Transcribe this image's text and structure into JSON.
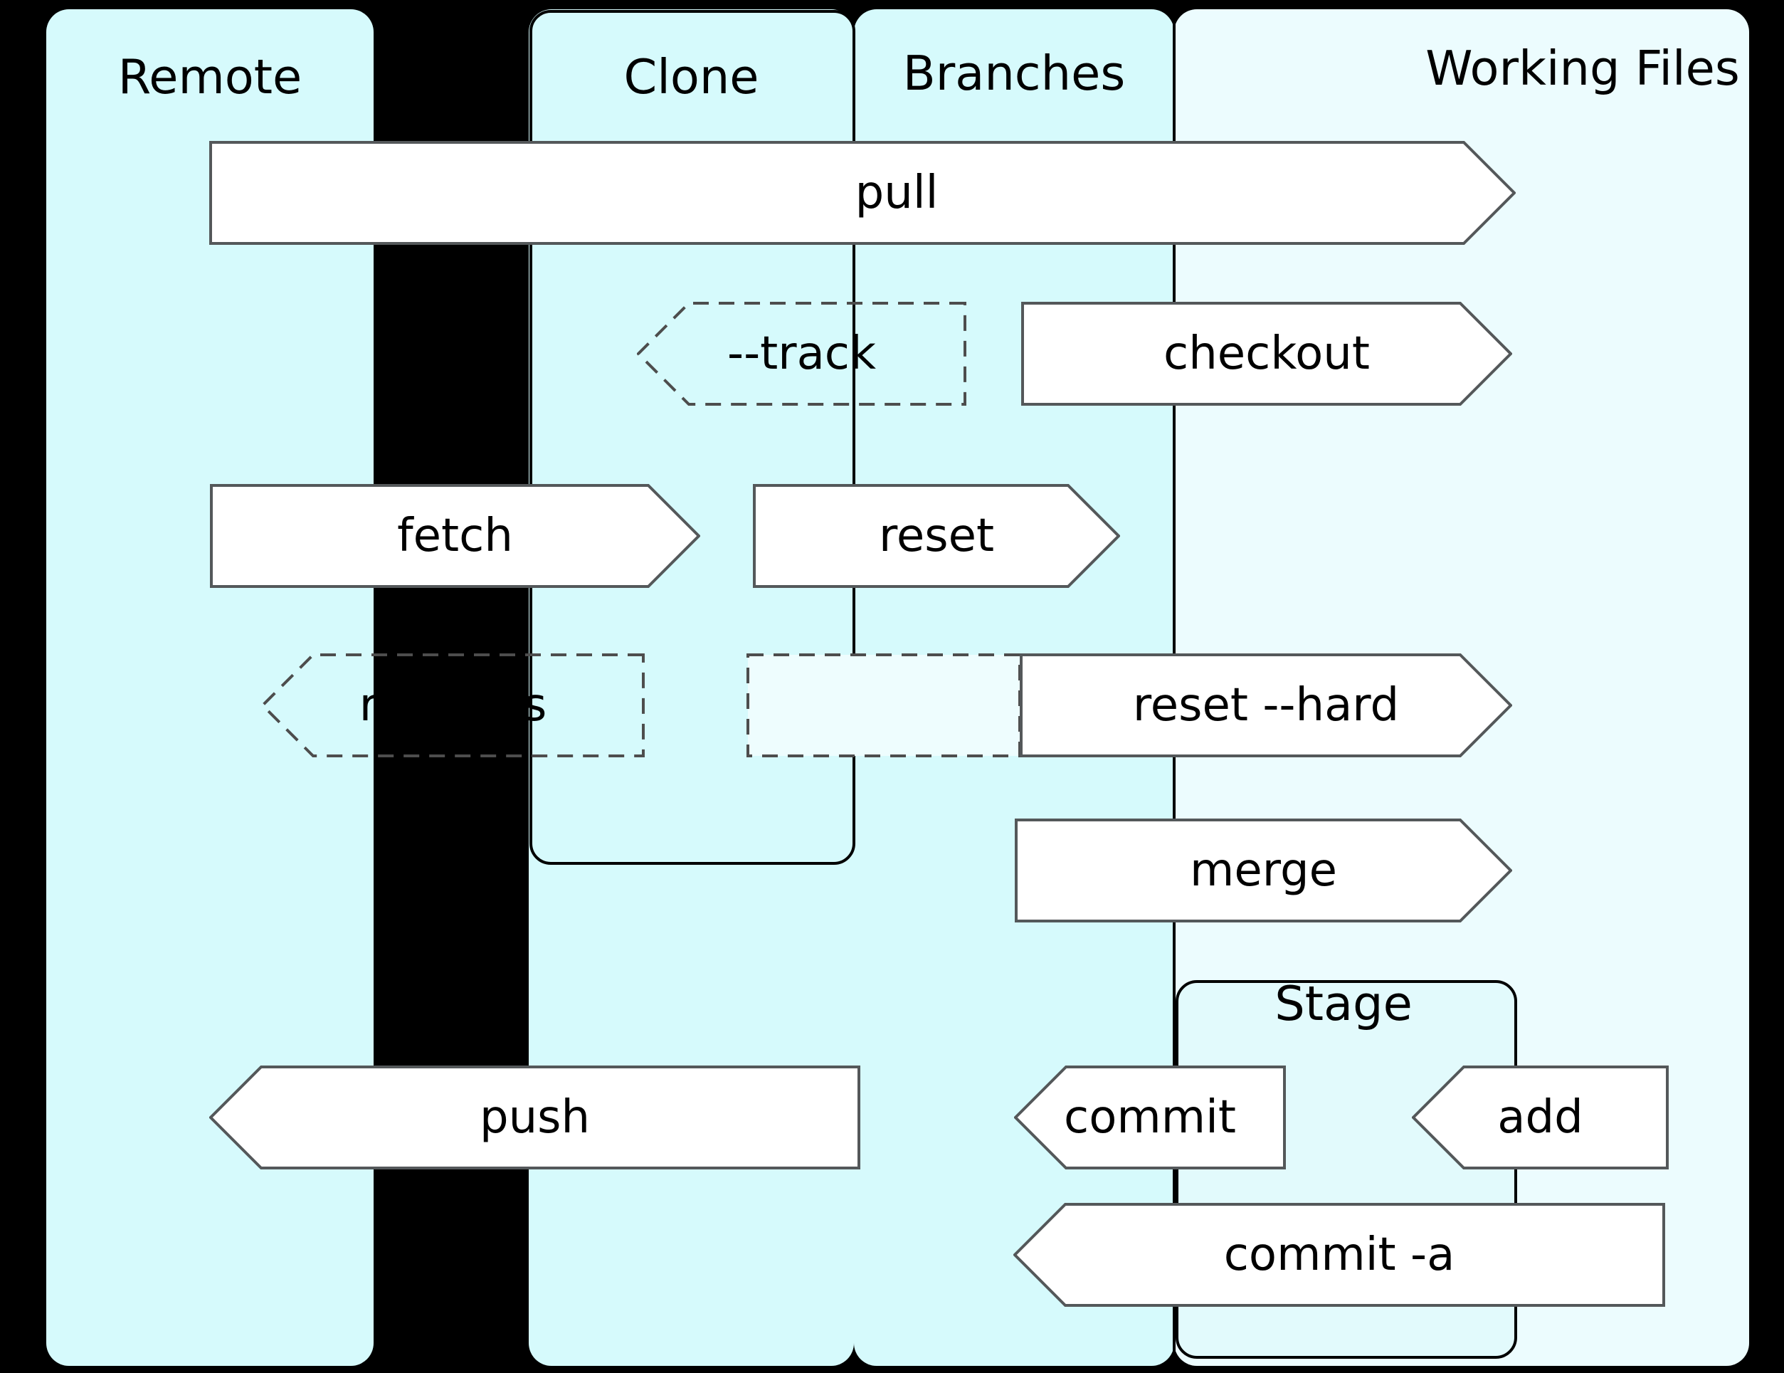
{
  "columns": [
    {
      "label": "Remote"
    },
    {
      "label": "Clone"
    },
    {
      "label": "Branches"
    },
    {
      "label": "Working Files"
    }
  ],
  "stage": {
    "label": "Stage"
  },
  "arrows": {
    "pull": {
      "label": "pull"
    },
    "track": {
      "label": "--track"
    },
    "checkout": {
      "label": "checkout"
    },
    "fetch": {
      "label": "fetch"
    },
    "reset": {
      "label": "reset"
    },
    "remotes": {
      "label": "remotes"
    },
    "reset_hard": {
      "label": "reset --hard"
    },
    "merge": {
      "label": "merge"
    },
    "push": {
      "label": "push"
    },
    "commit": {
      "label": "commit"
    },
    "add": {
      "label": "add"
    },
    "commit_a": {
      "label": "commit -a"
    }
  },
  "colors": {
    "background": "#000000",
    "column_fill": "#d6fafc",
    "working_files_fill": "#ecfcfe",
    "stage_fill": "#e2fafc",
    "dashed_box_fill": "#eefdfe",
    "arrow_fill": "#ffffff",
    "arrow_border": "#54585a",
    "dashed_border": "#4d4d4d",
    "outline_border": "#000000",
    "text_color": "#000000"
  }
}
